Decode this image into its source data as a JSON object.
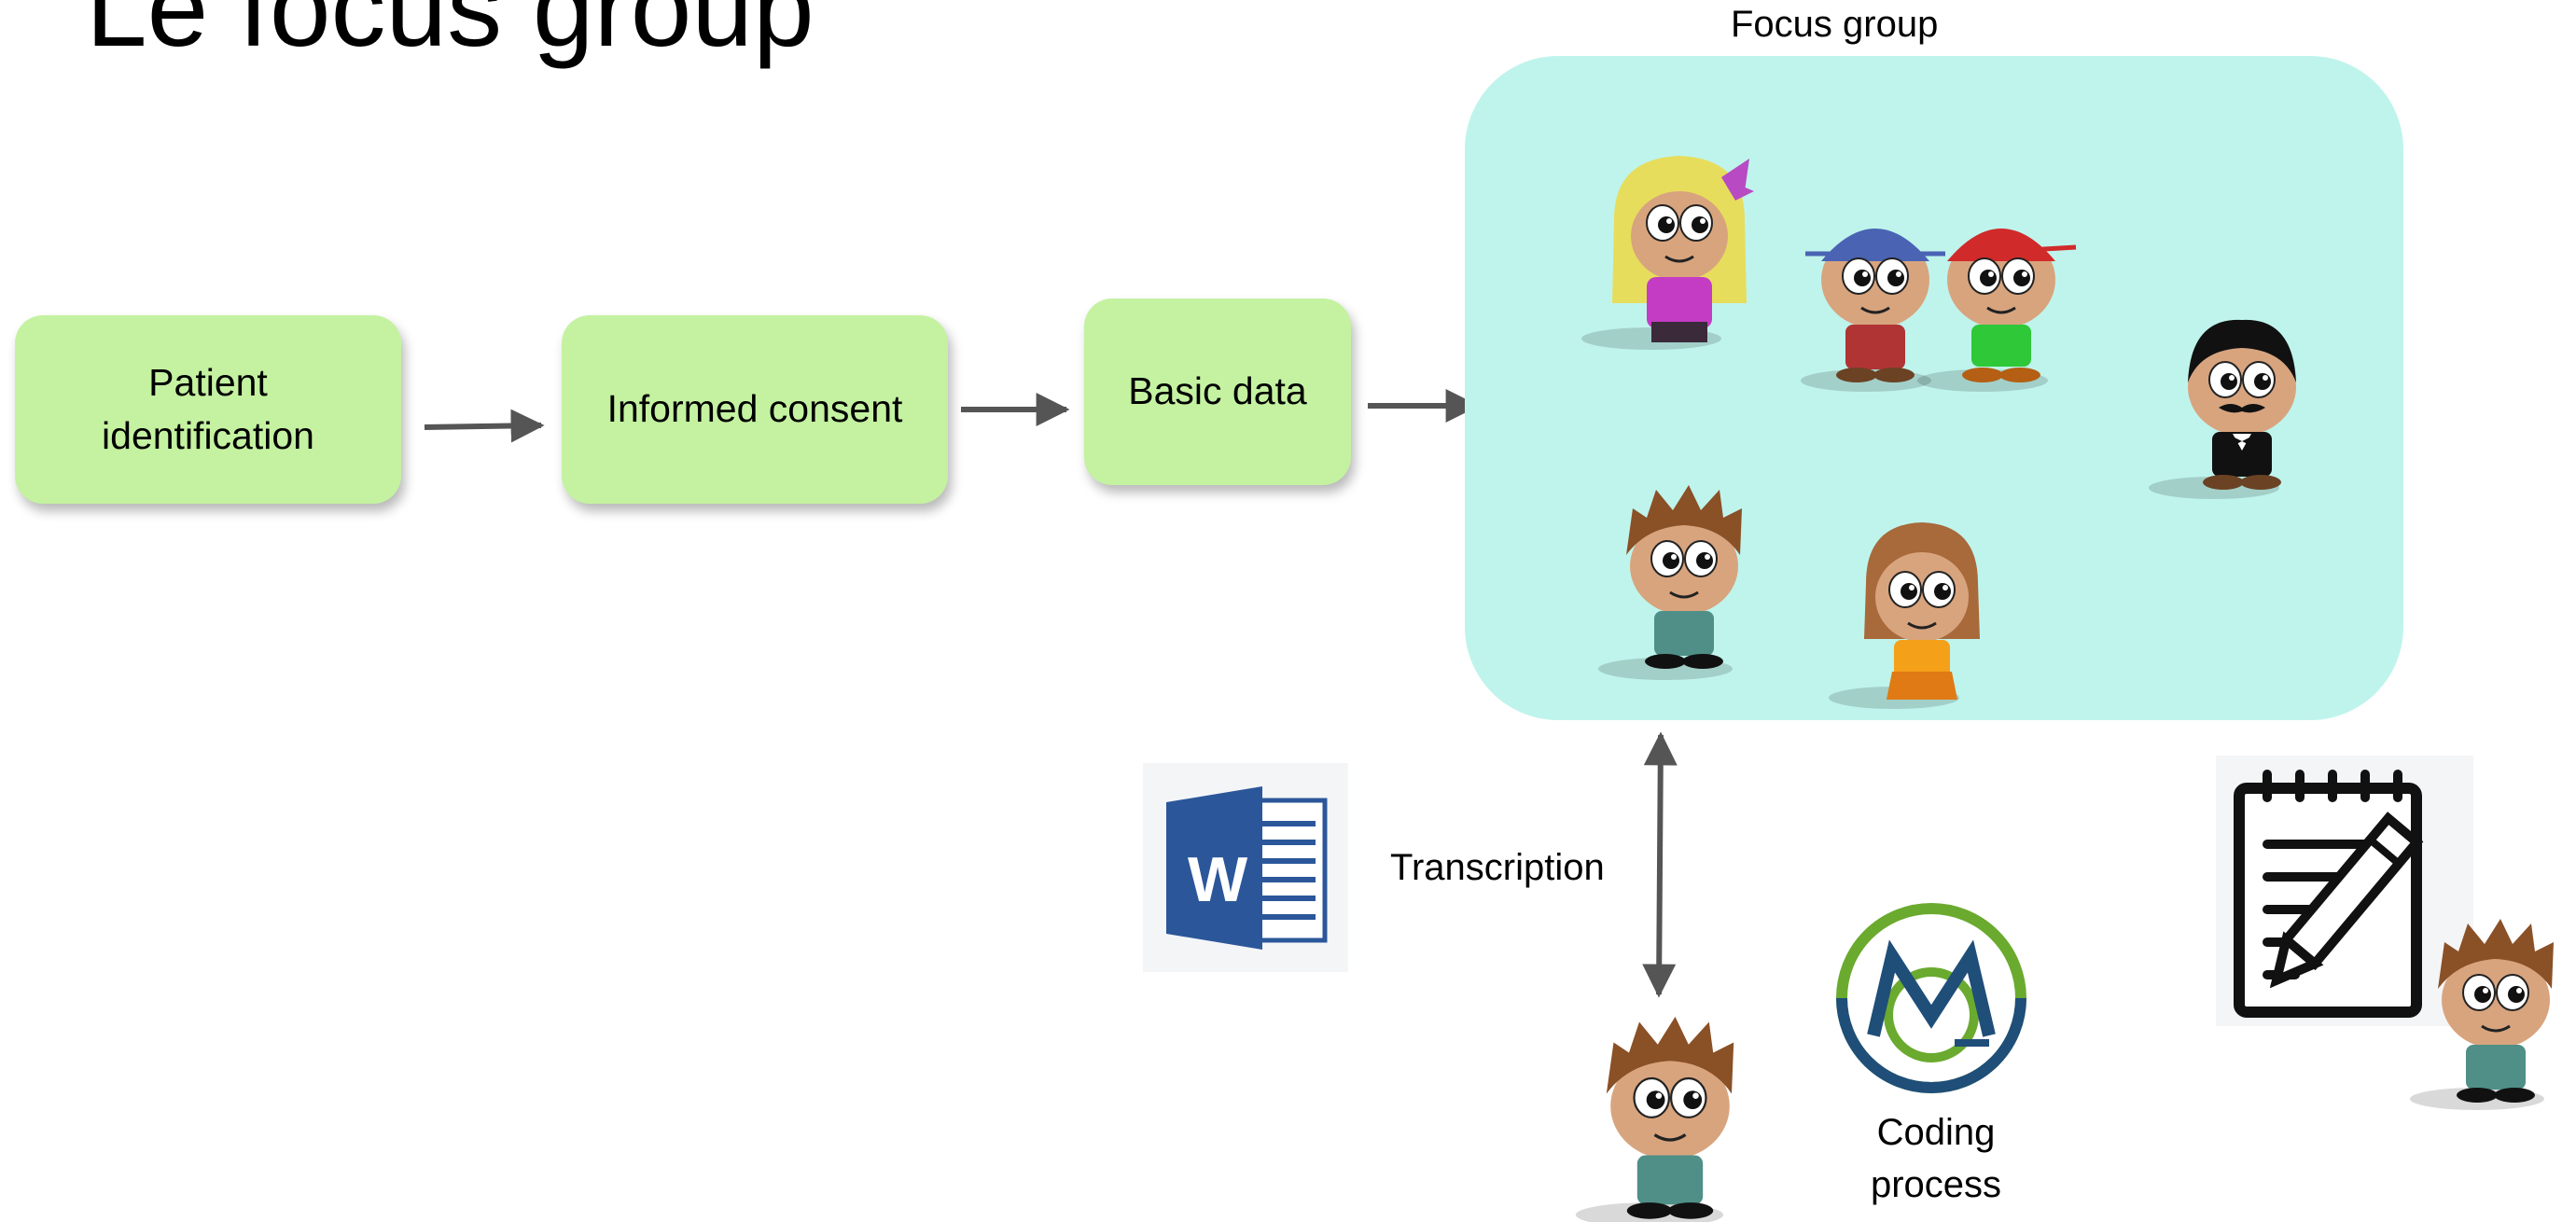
{
  "slide": {
    "title": "Le focus group",
    "focus_group_label": "Focus group"
  },
  "steps": [
    {
      "label": "Patient identification"
    },
    {
      "label": "Informed consent"
    },
    {
      "label": "Basic data"
    }
  ],
  "labels": {
    "transcription": "Transcription",
    "coding": "Coding process"
  },
  "colors": {
    "step_fill": "#c4f2a1",
    "focus_group_fill": "#bff4ec",
    "arrow": "#555555",
    "word_blue": "#2b579a",
    "maxqda_green": "#6aaa2e",
    "maxqda_blue": "#1f4e79"
  },
  "icons": {
    "word": "word-icon",
    "maxqda": "maxqda-icon",
    "notepad": "notepad-pencil-icon"
  }
}
